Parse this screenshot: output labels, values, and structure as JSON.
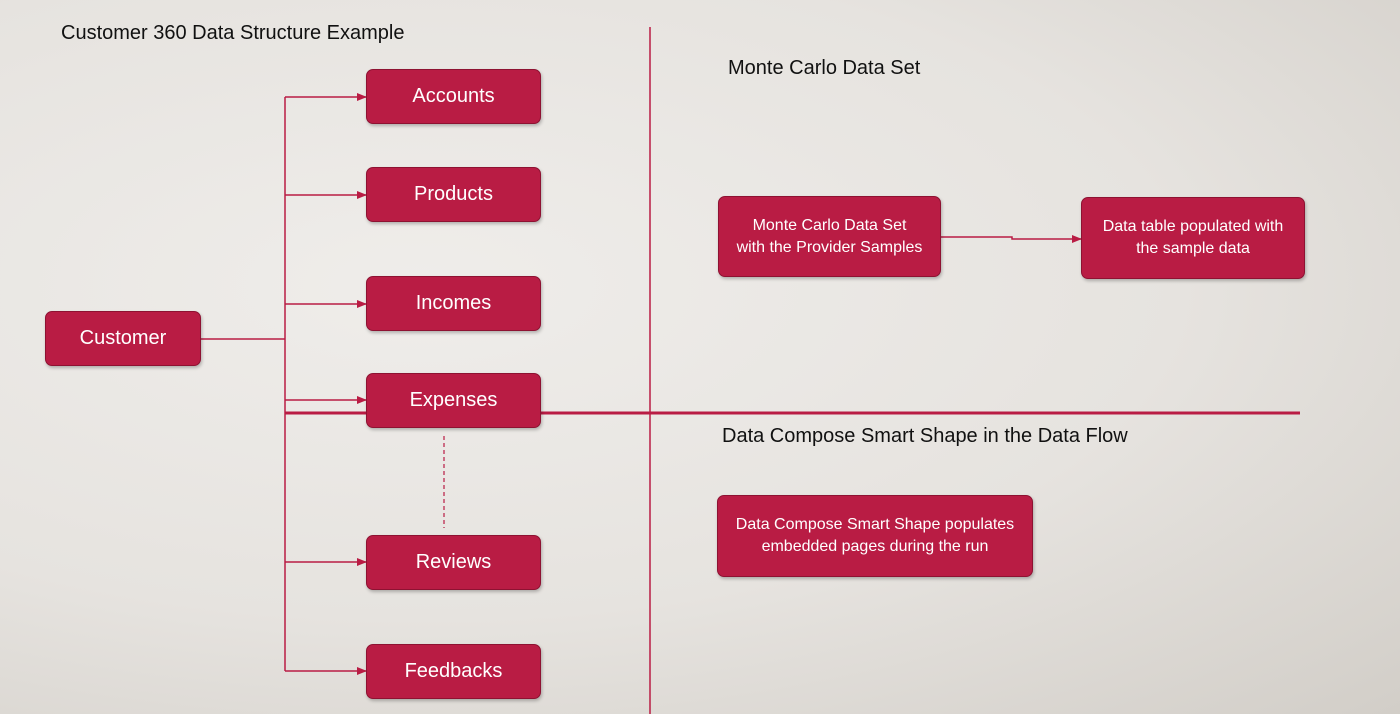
{
  "titles": {
    "customer360": "Customer 360 Data Structure Example",
    "montecarlo": "Monte Carlo Data Set",
    "datacompose": "Data Compose Smart Shape in the Data Flow"
  },
  "left": {
    "root": "Customer",
    "children": [
      "Accounts",
      "Products",
      "Incomes",
      "Expenses",
      "Reviews",
      "Feedbacks"
    ]
  },
  "montecarlo": {
    "source": "Monte Carlo Data Set\nwith the Provider Samples",
    "target": "Data table populated with\nthe sample data"
  },
  "datacompose": {
    "box": "Data Compose Smart Shape populates\nembedded pages during the run"
  },
  "colors": {
    "node": "#b91c44",
    "line": "#b91c44",
    "background": "#e8e6e2"
  }
}
